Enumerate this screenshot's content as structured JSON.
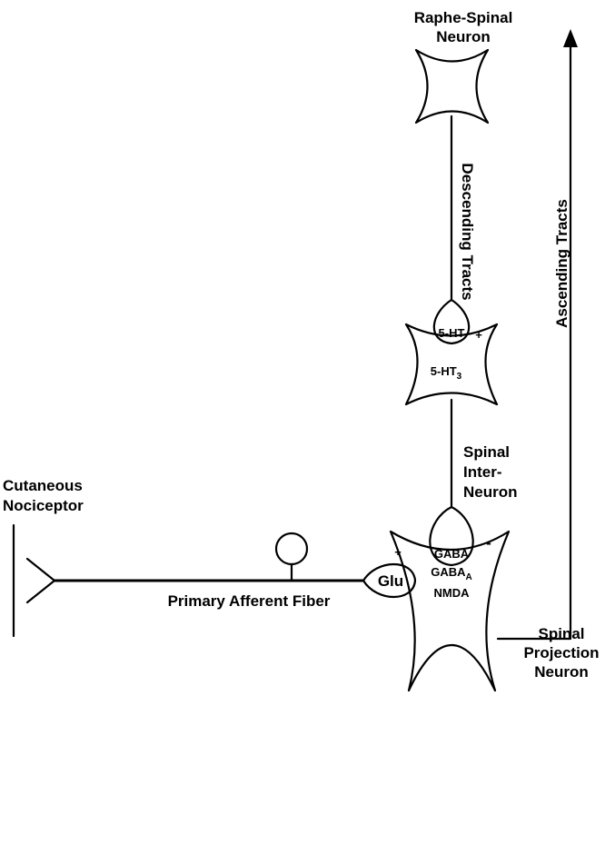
{
  "labels": {
    "raphe_line1": "Raphe-Spinal",
    "raphe_line2": "Neuron",
    "descending": "Descending Tracts",
    "ascending": "Ascending Tracts",
    "ht5_receptor": "5-HT",
    "ht3_receptor_base": "5-HT",
    "ht3_receptor_sub": "3",
    "plus_top": "+",
    "interneuron_line1": "Spinal",
    "interneuron_line2": "Inter-",
    "interneuron_line3": "Neuron",
    "cutaneous_line1": "Cutaneous",
    "cutaneous_line2": "Nociceptor",
    "gaba": "GABA",
    "minus": "-",
    "plus_glu": "+",
    "glu": "Glu",
    "gabaa_base": "GABA",
    "gabaa_sub": "A",
    "nmda": "NMDA",
    "primary_afferent": "Primary Afferent Fiber",
    "projection_line1": "Spinal",
    "projection_line2": "Projection",
    "projection_line3": "Neuron"
  }
}
